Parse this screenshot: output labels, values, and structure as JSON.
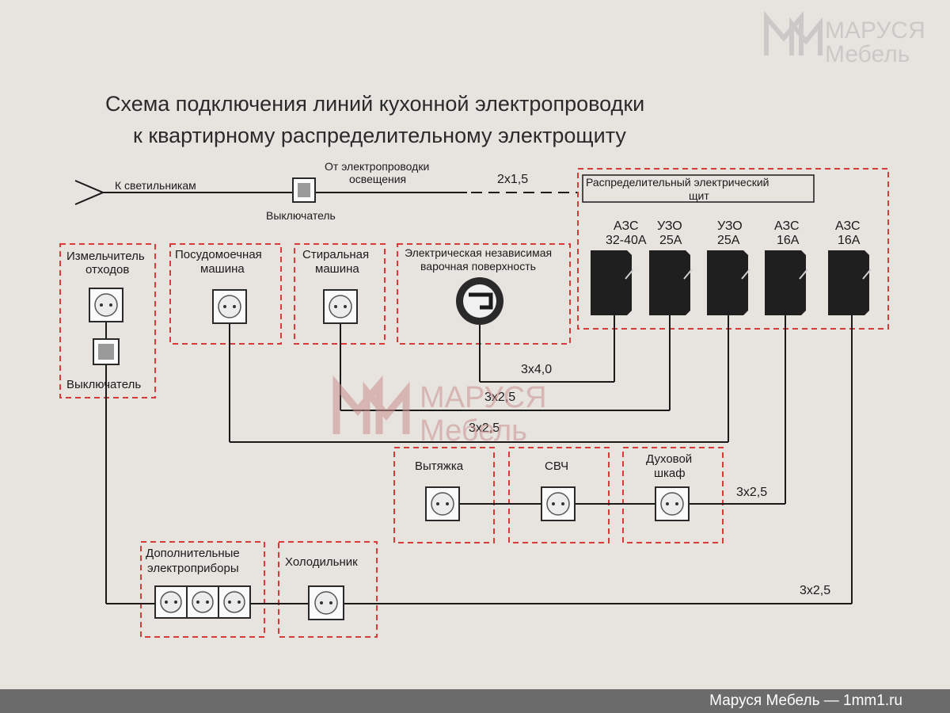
{
  "title_line1": "Схема подключения линий кухонной электропроводки",
  "title_line2": "к квартирному распределительному электрощиту",
  "lighting": {
    "to_lamps": "К светильникам",
    "from_wiring_line1": "От электропроводки",
    "from_wiring_line2": "освещения",
    "switch_label": "Выключатель",
    "cable": "2x1,5"
  },
  "panel": {
    "title_line1": "Распределительный электрический",
    "title_line2": "щит",
    "breakers": [
      {
        "line1": "АЗС",
        "line2": "32-40А"
      },
      {
        "line1": "УЗО",
        "line2": "25А"
      },
      {
        "line1": "УЗО",
        "line2": "25А"
      },
      {
        "line1": "АЗС",
        "line2": "16А"
      },
      {
        "line1": "АЗС",
        "line2": "16А"
      }
    ]
  },
  "zones": {
    "disposer": {
      "line1": "Измельчитель",
      "line2": "отходов",
      "switch": "Выключатель"
    },
    "dishwasher": {
      "line1": "Посудомоечная",
      "line2": "машина"
    },
    "washer": {
      "line1": "Стиральная",
      "line2": "машина"
    },
    "hob": {
      "line1": "Электрическая независимая",
      "line2": "варочная поверхность"
    },
    "hood": {
      "label": "Вытяжка"
    },
    "microwave": {
      "label": "СВЧ"
    },
    "oven": {
      "line1": "Духовой",
      "line2": "шкаф"
    },
    "extra": {
      "line1": "Дополнительные",
      "line2": "электроприборы"
    },
    "fridge": {
      "label": "Холодильник"
    }
  },
  "cables": {
    "hob": "3х4,0",
    "washer": "3х2,5",
    "dishwasher": "3х2,5",
    "appliances": "3х2,5",
    "sockets": "3х2,5"
  },
  "watermark": {
    "line1": "МАРУСЯ",
    "line2": "Мебель"
  },
  "footer": "Маруся Мебель — 1mm1.ru",
  "colors": {
    "zone": "#d83a3a",
    "breaker": "#1f1f1f",
    "background": "#e7e4e0",
    "footer": "#6b6b6b"
  }
}
